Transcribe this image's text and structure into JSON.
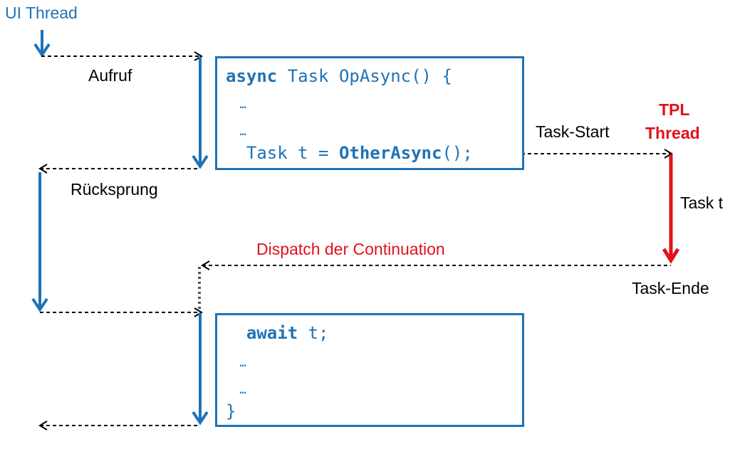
{
  "colors": {
    "thread_blue": "#1f73b6",
    "tpl_red": "#e2111a",
    "dotted_grey": "#555555",
    "text_black": "#000000"
  },
  "labels": {
    "ui_thread": "UI Thread",
    "aufruf": "Aufruf",
    "ruecksprung": "Rücksprung",
    "task_start": "Task-Start",
    "tpl_line1": "TPL",
    "tpl_line2": "Thread",
    "task_t": "Task t",
    "task_ende": "Task-Ende",
    "dispatch": "Dispatch der Continuation"
  },
  "code_box_1": {
    "line1_kw": "async",
    "line1_rest": " Task OpAsync() {",
    "line2": "  …",
    "line3": "  …",
    "line4_pre": "  Task t = ",
    "line4_kw": "OtherAsync",
    "line4_post": "();"
  },
  "code_box_2": {
    "line1_pre": "  ",
    "line1_kw": "await",
    "line1_post": " t;",
    "line2": "  …",
    "line3": "  …",
    "line4": "}"
  }
}
